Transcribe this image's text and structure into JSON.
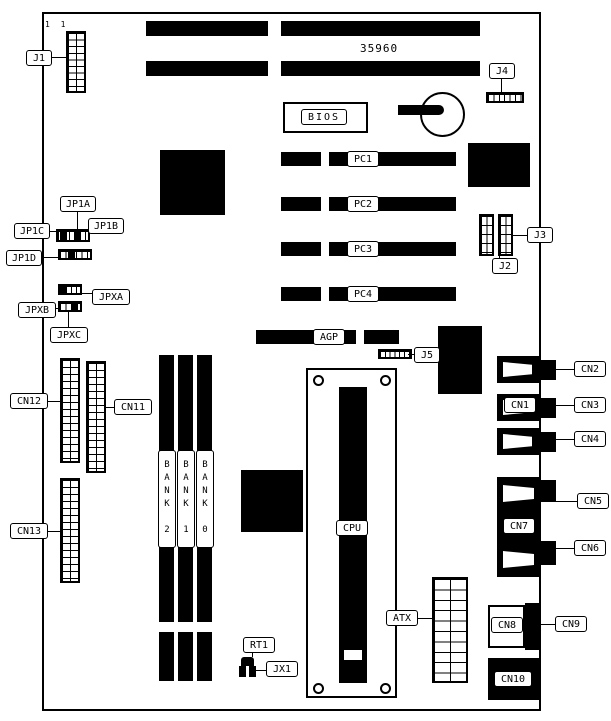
{
  "board": {
    "part_number": "35960",
    "pin1_marker": "1 1"
  },
  "labels": {
    "j1": "J1",
    "j2": "J2",
    "j3": "J3",
    "j4": "J4",
    "j5": "J5",
    "jp1a": "JP1A",
    "jp1b": "JP1B",
    "jp1c": "JP1C",
    "jp1d": "JP1D",
    "jpxa": "JPXA",
    "jpxb": "JPXB",
    "jpxc": "JPXC",
    "bios": "BIOS",
    "agp": "AGP",
    "pc1": "PC1",
    "pc2": "PC2",
    "pc3": "PC3",
    "pc4": "PC4",
    "cpu": "CPU",
    "atx": "ATX",
    "rt1": "RT1",
    "jx1": "JX1",
    "bank0": "BANK 0",
    "bank1": "BANK 1",
    "bank2": "BANK 2",
    "cn1": "CN1",
    "cn2": "CN2",
    "cn3": "CN3",
    "cn4": "CN4",
    "cn5": "CN5",
    "cn6": "CN6",
    "cn7": "CN7",
    "cn8": "CN8",
    "cn9": "CN9",
    "cn10": "CN10",
    "cn11": "CN11",
    "cn12": "CN12",
    "cn13": "CN13"
  },
  "colors": {
    "component": "#000000",
    "board": "#ffffff"
  }
}
